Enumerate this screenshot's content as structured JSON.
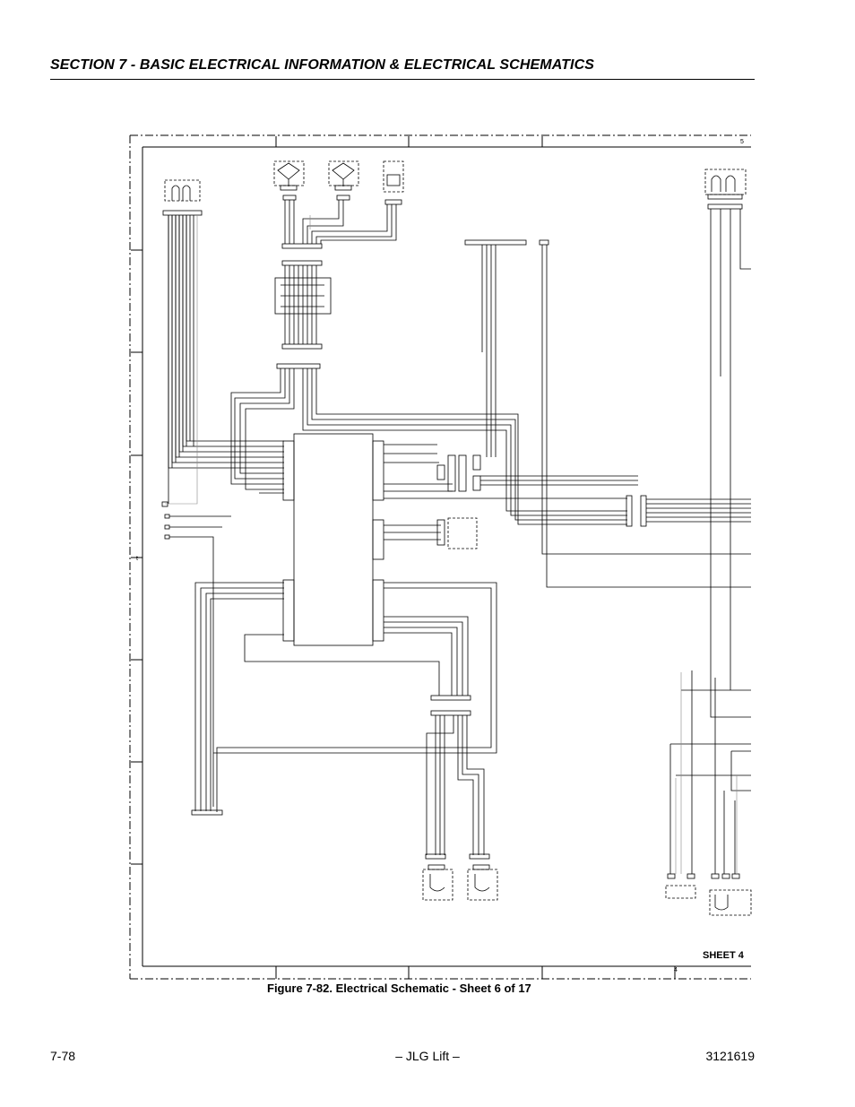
{
  "header": {
    "section_title": "SECTION 7 - BASIC ELECTRICAL INFORMATION & ELECTRICAL SCHEMATICS"
  },
  "schematic": {
    "sheet_label": "SHEET 4",
    "zone_top": "5",
    "zone_bottom": "4",
    "zone_left": "t"
  },
  "figure": {
    "caption": "Figure 7-82.  Electrical Schematic - Sheet 6 of 17"
  },
  "footer": {
    "page_number": "7-78",
    "center_text": "– JLG Lift –",
    "doc_number": "3121619"
  }
}
